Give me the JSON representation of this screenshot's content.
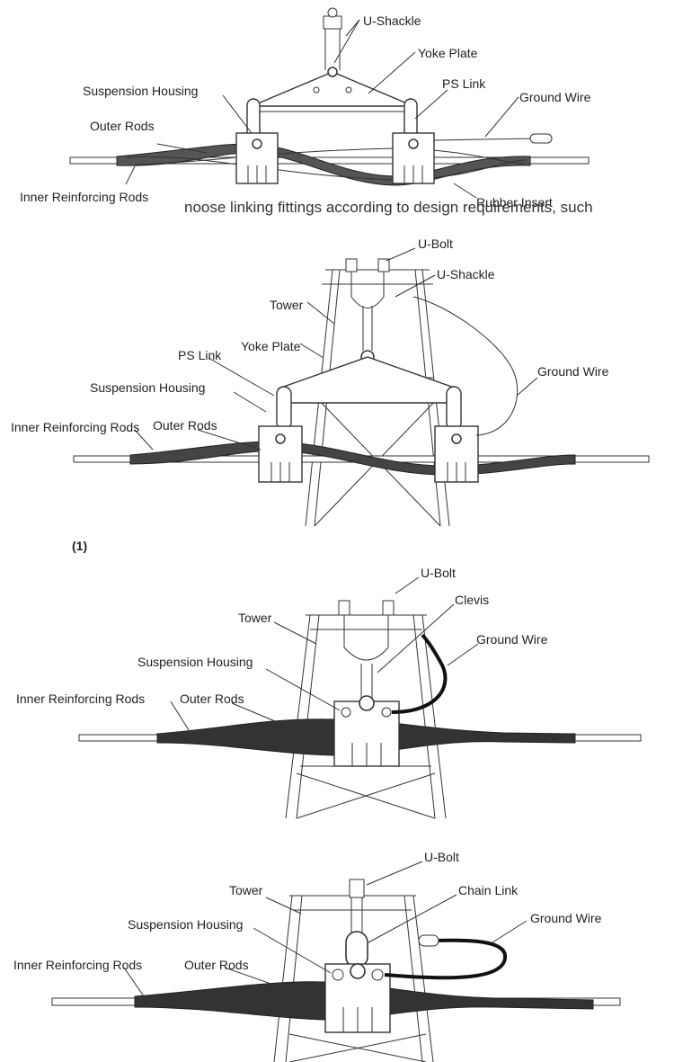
{
  "caption_fragment": "noose linking fittings according to design requirements, such",
  "figure_number": "(1)",
  "diagram1": {
    "u_shackle": "U-Shackle",
    "yoke_plate": "Yoke Plate",
    "suspension_housing": "Suspension Housing",
    "ps_link": "PS Link",
    "ground_wire": "Ground Wire",
    "outer_rods": "Outer Rods",
    "inner_reinforcing_rods": "Inner Reinforcing Rods",
    "rubber_insert": "Rubber Insert"
  },
  "diagram2": {
    "u_bolt": "U-Bolt",
    "u_shackle": "U-Shackle",
    "tower": "Tower",
    "yoke_plate": "Yoke Plate",
    "ps_link": "PS Link",
    "ground_wire": "Ground Wire",
    "suspension_housing": "Suspension Housing",
    "inner_reinforcing_rods": "Inner Reinforcing Rods",
    "outer_rods": "Outer Rods"
  },
  "diagram3": {
    "u_bolt": "U-Bolt",
    "clevis": "Clevis",
    "tower": "Tower",
    "ground_wire": "Ground Wire",
    "suspension_housing": "Suspension Housing",
    "inner_reinforcing_rods": "Inner Reinforcing Rods",
    "outer_rods": "Outer Rods"
  },
  "diagram4": {
    "u_bolt": "U-Bolt",
    "tower": "Tower",
    "chain_link": "Chain Link",
    "ground_wire": "Ground Wire",
    "suspension_housing": "Suspension Housing",
    "inner_reinforcing_rods": "Inner Reinforcing Rods",
    "outer_rods": "Outer Rods"
  }
}
